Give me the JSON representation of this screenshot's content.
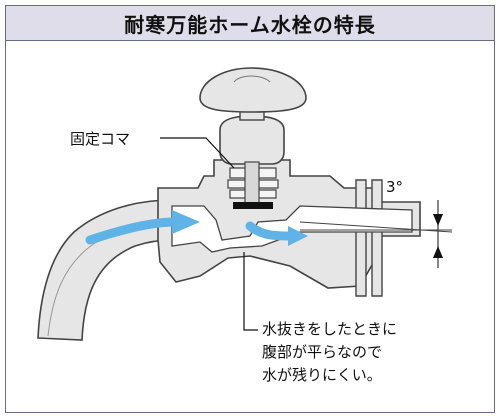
{
  "title": "耐寒万能ホーム水栓の特長",
  "labels": {
    "fixed_piece": "固定コマ",
    "angle": "3°"
  },
  "note_lines": [
    "水抜きをしたときに",
    "腹部が平らなので",
    "水が残りにくい。"
  ],
  "colors": {
    "title_bg": "#dedde9",
    "outline": "#444444",
    "body_fill": "#e6e6e6",
    "flow_arrow": "#5fb3e6",
    "valve_seat": "#111111"
  }
}
